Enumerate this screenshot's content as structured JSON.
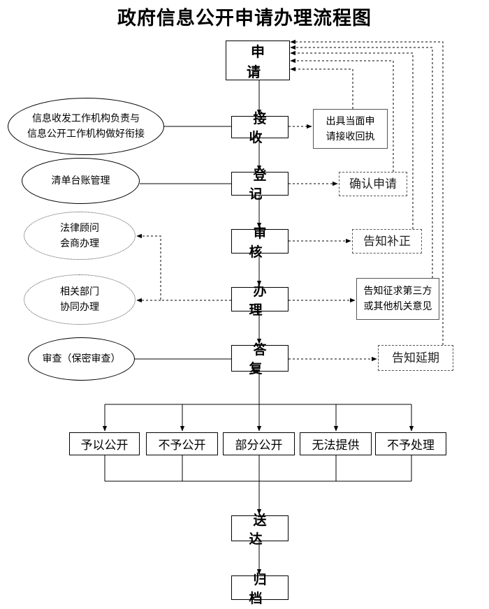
{
  "title": "政府信息公开申请办理流程图",
  "steps": {
    "apply": "申 请",
    "receive": "接 收",
    "register": "登 记",
    "review": "审 核",
    "handle": "办 理",
    "reply": "答 复",
    "deliver": "送 达",
    "archive": "归 档"
  },
  "left_notes": {
    "receive": [
      "信息收发工作机构负责与",
      "信息公开工作机构做好衔接"
    ],
    "register": "清单台账管理",
    "legal": [
      "法律顾问",
      "会商办理"
    ],
    "departments": [
      "相关部门",
      "协同办理"
    ],
    "reply": "审查（保密审查）"
  },
  "right_notes": {
    "receipt": [
      "出具当面申",
      "请接收回执"
    ],
    "confirm": "确认申请",
    "correction": "告知补正",
    "third_party": [
      "告知征求第三方",
      "或其他机关意见"
    ],
    "extension": "告知延期"
  },
  "outcomes": [
    "予以公开",
    "不予公开",
    "部分公开",
    "无法提供",
    "不予处理"
  ]
}
